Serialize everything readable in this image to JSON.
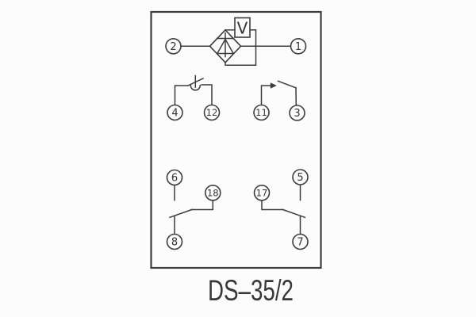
{
  "title": "DS–35/2",
  "diagram": {
    "meter_label": "V",
    "terminals": {
      "t1": "1",
      "t2": "2",
      "t3": "3",
      "t4": "4",
      "t5": "5",
      "t6": "6",
      "t7": "7",
      "t8": "8",
      "t11": "11",
      "t12": "12",
      "t17": "17",
      "t18": "18"
    }
  },
  "colors": {
    "line": "#3c3c3c",
    "text": "#343434",
    "background": "#fcfcfc"
  }
}
